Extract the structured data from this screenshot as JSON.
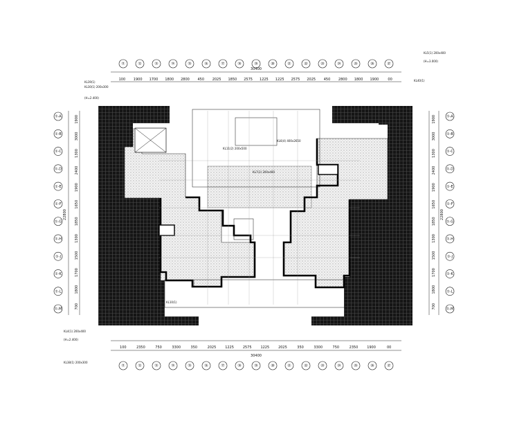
{
  "axes_top": [
    "⑪",
    "⑫",
    "⑬",
    "⑭",
    "⑮",
    "⑯",
    "⑰",
    "⑱",
    "⑲",
    "⑳",
    "㉑",
    "㉒",
    "㉓",
    "㉔",
    "㉕",
    "㉖",
    "㉗"
  ],
  "axes_bottom": [
    "⑪",
    "⑫",
    "⑬",
    "⑭",
    "⑮",
    "⑯",
    "⑰",
    "⑱",
    "⑲",
    "⑳",
    "㉑",
    "㉒",
    "㉓",
    "㉔",
    "㉕",
    "㉖",
    "㉗"
  ],
  "axes_left": [
    "①-A",
    "①-B",
    "①-C",
    "①-D",
    "①-E",
    "①-F",
    "①-G",
    "①-H",
    "①-J",
    "①-K",
    "①-L",
    "①-M"
  ],
  "axes_right": [
    "①-A",
    "①-B",
    "①-C",
    "①-D",
    "①-E",
    "①-F",
    "①-G",
    "①-H",
    "①-J",
    "①-K",
    "①-L",
    "①-M"
  ],
  "dims_top": [
    "100",
    "1900",
    "1700",
    "1800",
    "2800",
    "450",
    "2025",
    "1850",
    "2575",
    "1225",
    "1225",
    "2575",
    "2025",
    "450",
    "2800",
    "1800",
    "1900",
    "00"
  ],
  "dims_bottom": [
    "100",
    "2350",
    "750",
    "3300",
    "350",
    "2025",
    "1225",
    "2575",
    "1225",
    "2025",
    "350",
    "3300",
    "750",
    "2350",
    "1900",
    "00"
  ],
  "dims_left": [
    "1900",
    "3000",
    "1300",
    "2400",
    "1900",
    "1650",
    "1850",
    "1300",
    "1500",
    "1700",
    "1800",
    "700"
  ],
  "dims_right": [
    "1900",
    "3000",
    "1300",
    "2400",
    "1900",
    "1650",
    "1850",
    "1300",
    "1500",
    "1700",
    "1800",
    "700"
  ],
  "total_top": "30400",
  "total_bottom": "30400",
  "total_left": "22800",
  "total_right": "22800",
  "notes": {
    "tl_beam": "KL39(1)",
    "tl_spec": "KL30(1) 200x300",
    "tl_level": "(H=2.400)",
    "tr_beam": "KL5(1) 200x400",
    "tr_level": "(H=3.000)",
    "tr_beam2": "KL40(1)",
    "bl_beam": "KL4(1) 200x400",
    "bl_level": "(H=2.400)",
    "bl_beam2": "KL38(1) 200x300",
    "center_1": "KL11(2) 200x500",
    "center_2": "KL6(4) 400x2650",
    "center_3": "KL7(2) 200x400",
    "center_4": "KL10(1)"
  }
}
